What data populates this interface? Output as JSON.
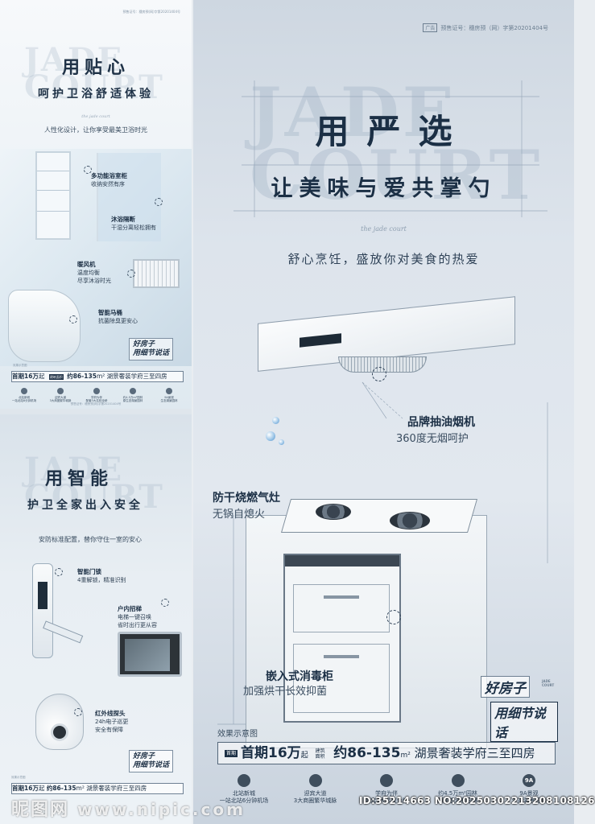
{
  "poster1": {
    "permit": "预售证号：穗房预(网)字第20201404号",
    "watermark": "JADE COURT",
    "title": "用贴心",
    "subtitle": "呵护卫浴舒适体验",
    "desc": "人性化设计，让你享受最美卫浴时光",
    "signature": "the jade court",
    "callouts": [
      {
        "title": "多功能浴室柜",
        "note": "收纳安然有序"
      },
      {
        "title": "沐浴隔断",
        "note": "干湿分离轻松拥有"
      },
      {
        "title": "暖风机",
        "note": "温度均衡\n尽享沐浴时光"
      },
      {
        "title": "智能马桶",
        "note": "抗菌除臭更安心"
      }
    ],
    "badge": {
      "line1": "好房子",
      "line2": "用细节说话"
    },
    "effect": "效果示意图",
    "price": {
      "label": "首期",
      "first": "首期16万",
      "unit": "起",
      "label2": "建筑面积",
      "area": "约86-135",
      "unit2": "m²",
      "tail": "湖景奢装学府三至四房"
    },
    "icons": [
      {
        "top": "北站新城",
        "bot": "一站北站6分钟机场"
      },
      {
        "top": "迎宾大道",
        "bot": "3大商圈繁华城脉"
      },
      {
        "top": "学府为伴",
        "bot": "配套3大名校全龄"
      },
      {
        "top": "约4.5万m²园林",
        "bot": "原生态湖景园林"
      },
      {
        "top": "9A景观",
        "bot": "生态湖景园林"
      }
    ],
    "footer": "预售证号：穗房预(网)字第20201404号"
  },
  "poster2": {
    "watermark": "JADE COURT",
    "title": "用智能",
    "subtitle": "护卫全家出入安全",
    "desc": "安防标准配置，替你守住一室的安心",
    "callouts": [
      {
        "title": "智能门锁",
        "note": "4重解锁，精准识别"
      },
      {
        "title": "户内招梯",
        "note": "电梯一键召唤\n省时出行更从容"
      },
      {
        "title": "红外线探头",
        "note": "24h电子巡更\n安全有保障"
      }
    ],
    "badge": {
      "line1": "好房子",
      "line2": "用细节说话"
    },
    "effect": "效果示意图",
    "price": {
      "first": "首期16万",
      "unit": "起",
      "area": "约86-135",
      "unit2": "m²",
      "tail": "湖景奢装学府三至四房"
    }
  },
  "main": {
    "ad": "广告",
    "permit": "预售证号：穗房预（网）字第20201404号",
    "watermark_top": "JADE",
    "watermark_bot": "COURT",
    "title": "用严选",
    "subtitle": "让美味与爱共掌勺",
    "signature": "the jade court",
    "desc": "舒心烹饪，盛放你对美食的热爱",
    "callouts": [
      {
        "title": "品牌抽油烟机",
        "note": "360度无烟呵护"
      },
      {
        "title": "防干烧燃气灶",
        "note": "无锅自熄火"
      },
      {
        "title": "嵌入式消毒柜",
        "note": "加强烘干长效抑菌"
      }
    ],
    "badge": {
      "line1": "好房子",
      "line2": "用细节说话",
      "en": "JADE\nCOURT"
    },
    "effect": "效果示意图",
    "price": {
      "label": "首期",
      "first": "首期",
      "amount": "16万",
      "unit": "起",
      "label2": "建筑面积",
      "area": "约86-135",
      "unit2": "m²",
      "tail": "湖景奢装学府三至四房"
    },
    "icons": [
      {
        "glyph": "",
        "top": "北站新城",
        "bot": "一站北站6分钟机场"
      },
      {
        "glyph": "",
        "top": "迎宾大道",
        "bot": "3大商圈繁华城脉"
      },
      {
        "glyph": "",
        "top": "学府为伴",
        "bot": "配套3大名校全龄"
      },
      {
        "glyph": "",
        "top": "约4.5万m²园林",
        "bot": "原生态湖景园林"
      },
      {
        "glyph": "9A",
        "top": "9A景观",
        "bot": "生态湖景园林"
      }
    ]
  },
  "stamp": {
    "site": "昵图网",
    "url": "www.nipic.com",
    "id": "ID:35214663 NO:20250302213208108126"
  }
}
